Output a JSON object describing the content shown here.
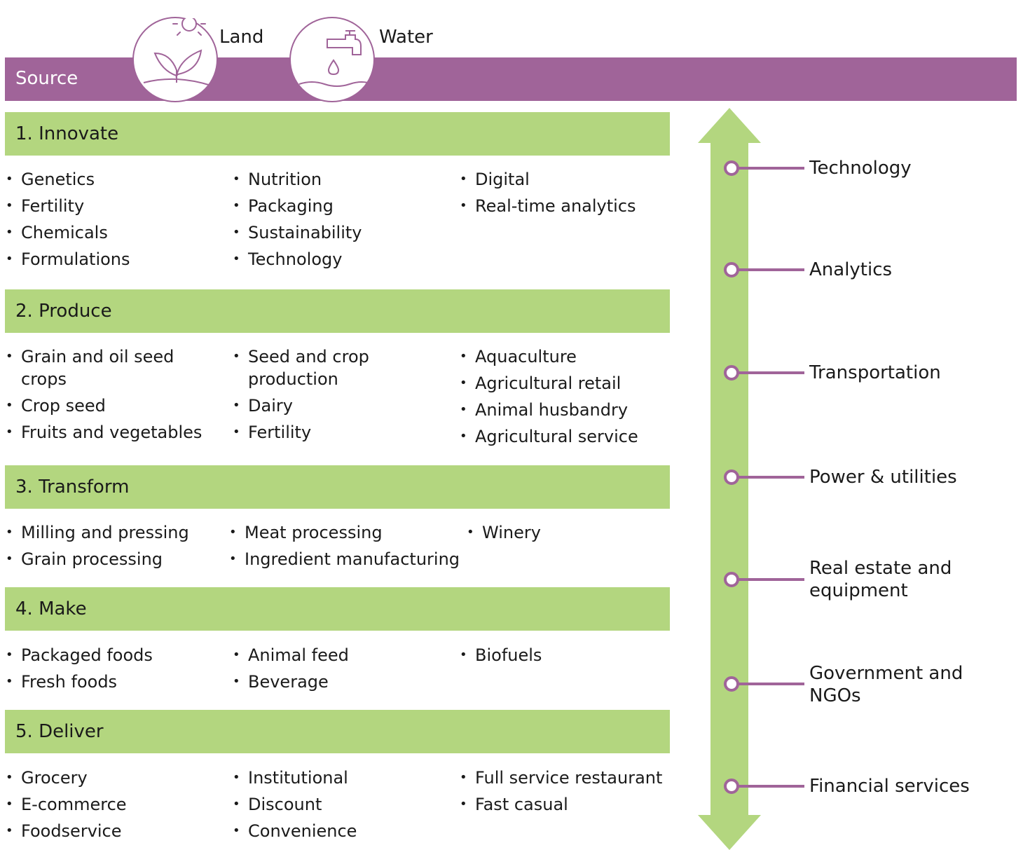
{
  "source": {
    "label": "Source",
    "inputs": [
      {
        "label": "Land",
        "icon": "plant-sun-icon"
      },
      {
        "label": "Water",
        "icon": "faucet-water-icon"
      }
    ]
  },
  "colors": {
    "purple": "#a06499",
    "green": "#b3d67f"
  },
  "stages": [
    {
      "title": "1. Innovate",
      "columns": [
        [
          "Genetics",
          "Fertility",
          "Chemicals",
          "Formulations"
        ],
        [
          "Nutrition",
          "Packaging",
          "Sustainability",
          "Technology"
        ],
        [
          "Digital",
          "Real-time analytics"
        ]
      ]
    },
    {
      "title": "2. Produce",
      "columns": [
        [
          "Grain and oil seed crops",
          "Crop seed",
          "Fruits and vegetables"
        ],
        [
          "Seed and crop production",
          "Dairy",
          "Fertility"
        ],
        [
          "Aquaculture",
          "Agricultural retail",
          "Animal husbandry",
          "Agricultural service"
        ]
      ]
    },
    {
      "title": "3. Transform",
      "columns": [
        [
          "Milling and pressing",
          "Grain processing"
        ],
        [
          "Meat processing",
          "Ingredient manufacturing"
        ],
        [
          "Winery"
        ]
      ]
    },
    {
      "title": "4. Make",
      "columns": [
        [
          "Packaged foods",
          "Fresh foods"
        ],
        [
          "Animal feed",
          "Beverage"
        ],
        [
          "Biofuels"
        ]
      ]
    },
    {
      "title": "5. Deliver",
      "columns": [
        [
          "Grocery",
          "E-commerce",
          "Foodservice"
        ],
        [
          "Institutional",
          "Discount",
          "Convenience"
        ],
        [
          "Full service restaurant",
          "Fast casual"
        ]
      ]
    }
  ],
  "enablers": [
    "Technology",
    "Analytics",
    "Transportation",
    "Power & utilities",
    "Real estate and equipment",
    "Government and NGOs",
    "Financial services"
  ]
}
